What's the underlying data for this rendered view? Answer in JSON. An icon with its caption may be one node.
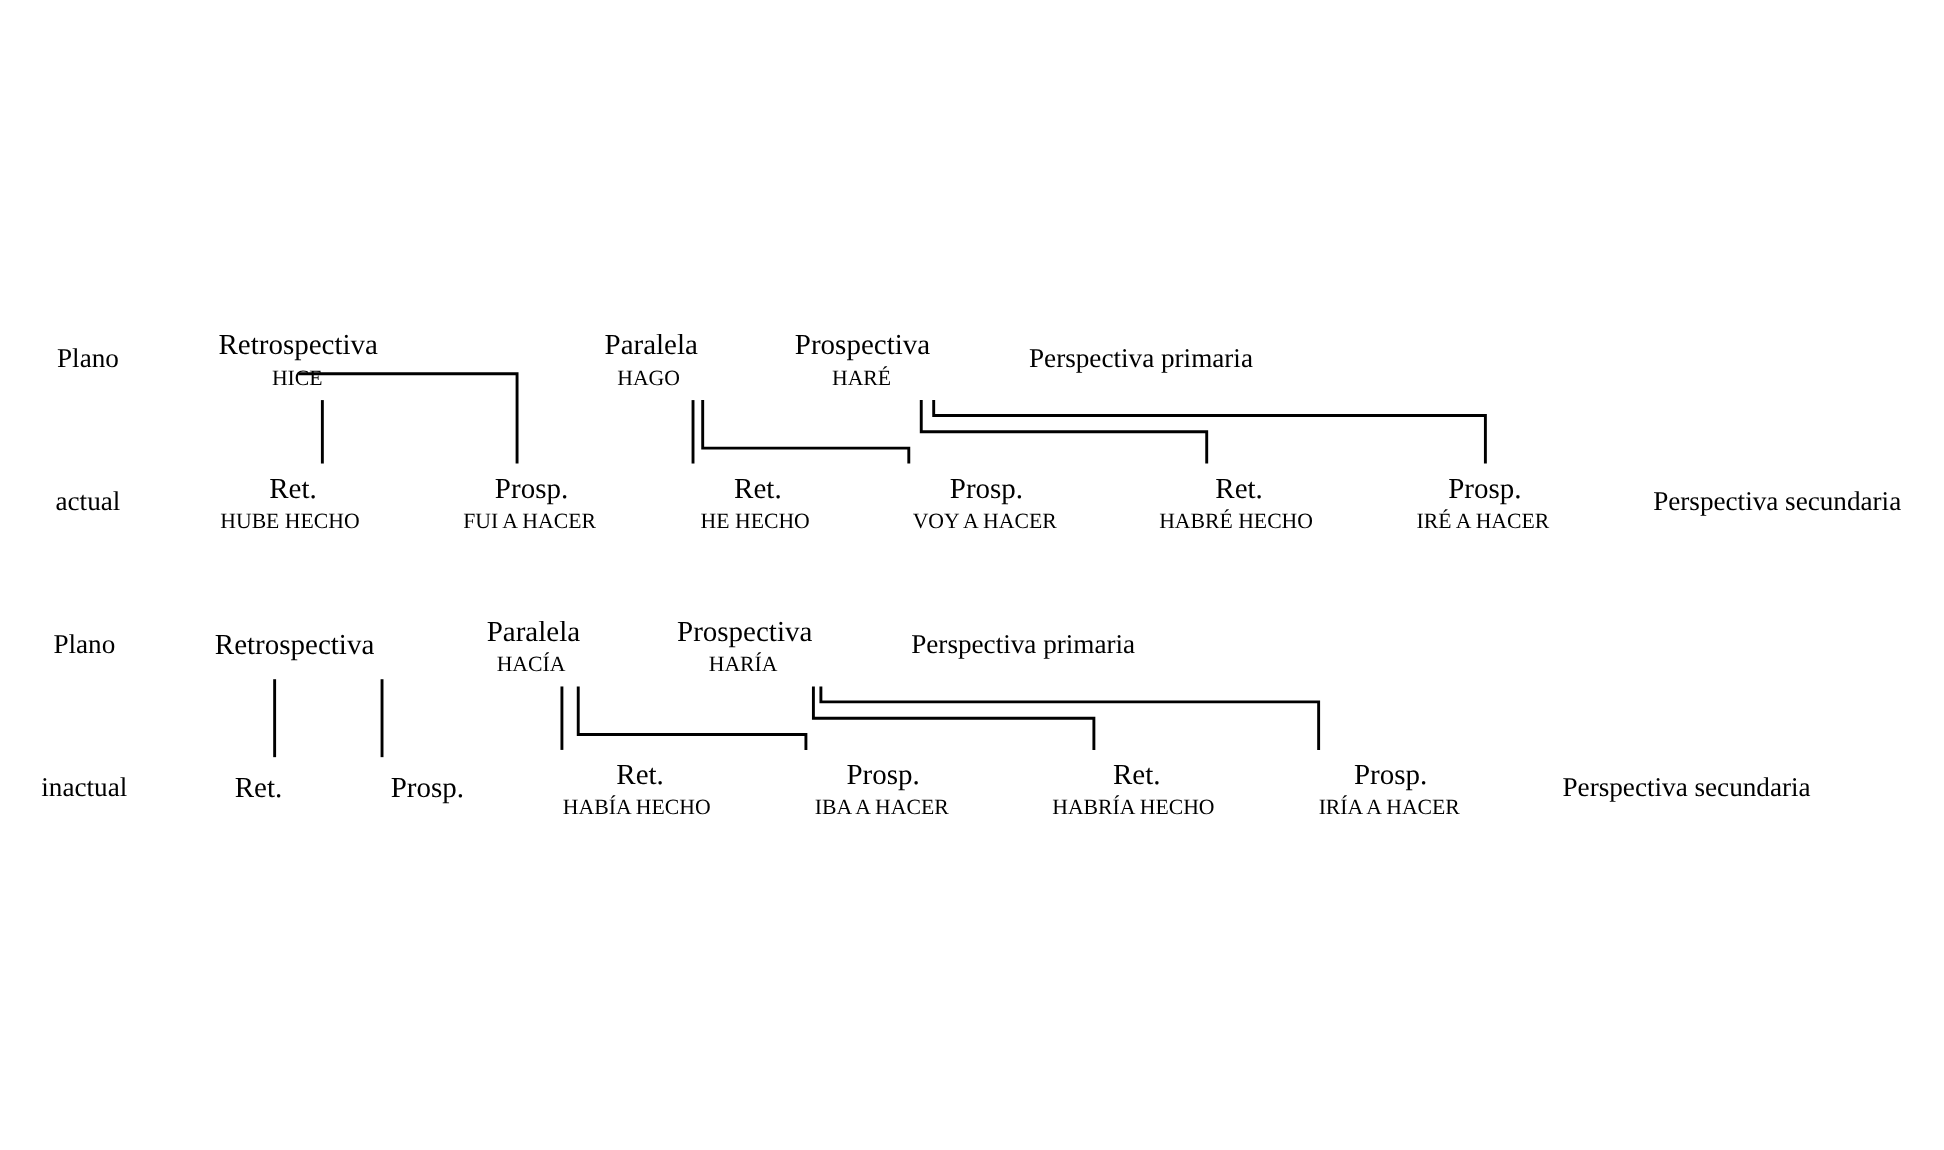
{
  "diagram": {
    "nodes": [
      {
        "text": [
          "Retrospectiva"
        ],
        "beside": [
          "HICE"
        ]
      },
      {
        "text": [
          "Ret."
        ],
        "beside": [
          "HUBE HECHO"
        ]
      },
      {
        "text": [
          "Prosp."
        ],
        "beside": [
          "FUI A HACER"
        ]
      },
      {
        "text": [
          "Paralela"
        ],
        "beside": [
          "HAGO"
        ]
      },
      {
        "text": [
          "Ret."
        ],
        "beside": [
          "HE HECHO"
        ]
      },
      {
        "text": [
          "Prosp."
        ],
        "beside": [
          "VOY A HACER"
        ]
      },
      {
        "text": [
          "Prospectiva"
        ],
        "beside": [
          "HARÉ"
        ]
      },
      {
        "text": [
          "Ret."
        ],
        "beside": [
          "HABRÉ HECHO"
        ]
      },
      {
        "text": [
          "Prosp."
        ],
        "beside": [
          "IRÉ A HACER"
        ]
      },
      {
        "text": [
          "Retrospectiva"
        ]
      },
      {
        "text": [
          "Ret."
        ]
      },
      {
        "text": [
          "Prosp."
        ]
      },
      {
        "text": [
          "Paralela"
        ],
        "beside": [
          "HACÍA"
        ]
      },
      {
        "text": [
          "Ret."
        ],
        "beside": [
          "HABÍA HECHO"
        ]
      },
      {
        "text": [
          "Prosp."
        ],
        "beside": [
          "IBA A HACER"
        ]
      },
      {
        "text": [
          "Prospectiva"
        ],
        "beside": [
          "HARÍA"
        ]
      },
      {
        "text": [
          "Ret."
        ],
        "beside": [
          "HABRÍA HECHO"
        ]
      },
      {
        "text": [
          "Prosp."
        ],
        "beside": [
          "IRÍA A HACER"
        ]
      }
    ],
    "edges": [
      {
        "from": 0,
        "to": 1,
        "arrow": "none"
      },
      {
        "from": 0,
        "to": 2,
        "arrow": "none"
      },
      {
        "from": 3,
        "to": 4,
        "arrow": "none"
      },
      {
        "from": 3,
        "to": 5,
        "arrow": "none"
      },
      {
        "from": 6,
        "to": 7,
        "arrow": "none"
      },
      {
        "from": 6,
        "to": 8,
        "arrow": "none"
      },
      {
        "from": 9,
        "to": 10,
        "arrow": "none"
      },
      {
        "from": 9,
        "to": 11,
        "arrow": "none"
      },
      {
        "from": 12,
        "to": 13,
        "arrow": "none"
      },
      {
        "from": 12,
        "to": 14,
        "arrow": "none"
      },
      {
        "from": 15,
        "to": 16,
        "arrow": "none"
      },
      {
        "from": 15,
        "to": 17,
        "arrow": "none"
      }
    ],
    "labels": [
      "Perspectiva primaria",
      "Plano",
      "Perspectiva secundaria",
      "actual",
      "Perspectiva primaria",
      "Plano",
      "Perspectiva secundaria",
      "inactual"
    ]
  }
}
